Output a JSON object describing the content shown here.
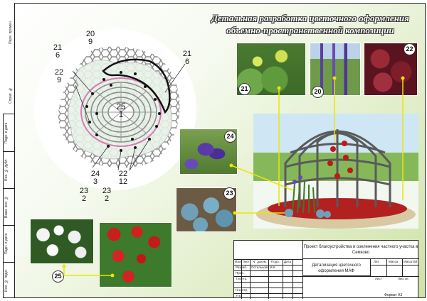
{
  "title_line1": "Детальная разработка цветочного оформления",
  "title_line2": "объемно-пространственной композиции",
  "left_strip_labels": [
    "Инв. № подл.",
    "Подп. и дата",
    "Взам. инв. №",
    "Инв. № дубл.",
    "Подп. и дата"
  ],
  "left_strip_top_labels": [
    "Перв. примен.",
    "Справ. №"
  ],
  "plan_labels": {
    "n20": "20",
    "n20b": "9",
    "n21a": "21",
    "n21ab": "6",
    "n21b": "21",
    "n21bb": "6",
    "n22": "22",
    "n22b": "9",
    "n25": "25",
    "n25b": "1",
    "n24": "24",
    "n24b": "3",
    "n22c": "22",
    "n22cb": "12",
    "n23a": "23",
    "n23ab": "2",
    "n23b": "23",
    "n23bb": "2"
  },
  "photo_badges": {
    "b21": "21",
    "b20": "20",
    "b22": "22",
    "b24": "24",
    "b23": "23",
    "b25": "25"
  },
  "stamp": {
    "project": "Проект благоустройства и озеленения частного участка в Семково",
    "detail": "Детализация цветочного оформления МАФ",
    "col_izm": "Изм",
    "col_list": "Лист",
    "col_ndoc": "N° докум.",
    "col_podp": "Подп.",
    "col_data": "Дата",
    "razrab": "Разраб.",
    "razrab_name": "Осталькова М.К.",
    "prov": "Пров.",
    "tkontr": "Т.контр.",
    "nkontr": "Н.контр.",
    "utv": "Утв.",
    "lit": "Лит.",
    "massa": "Масса",
    "masshtab": "Масштаб",
    "list": "Лист",
    "listov": "Листов",
    "format": "Формат А3"
  },
  "colors": {
    "accent_green": "#c7dc8f",
    "line_yellow": "#e8e800",
    "stroke": "#222222",
    "flower_red": "#c81e1e"
  }
}
